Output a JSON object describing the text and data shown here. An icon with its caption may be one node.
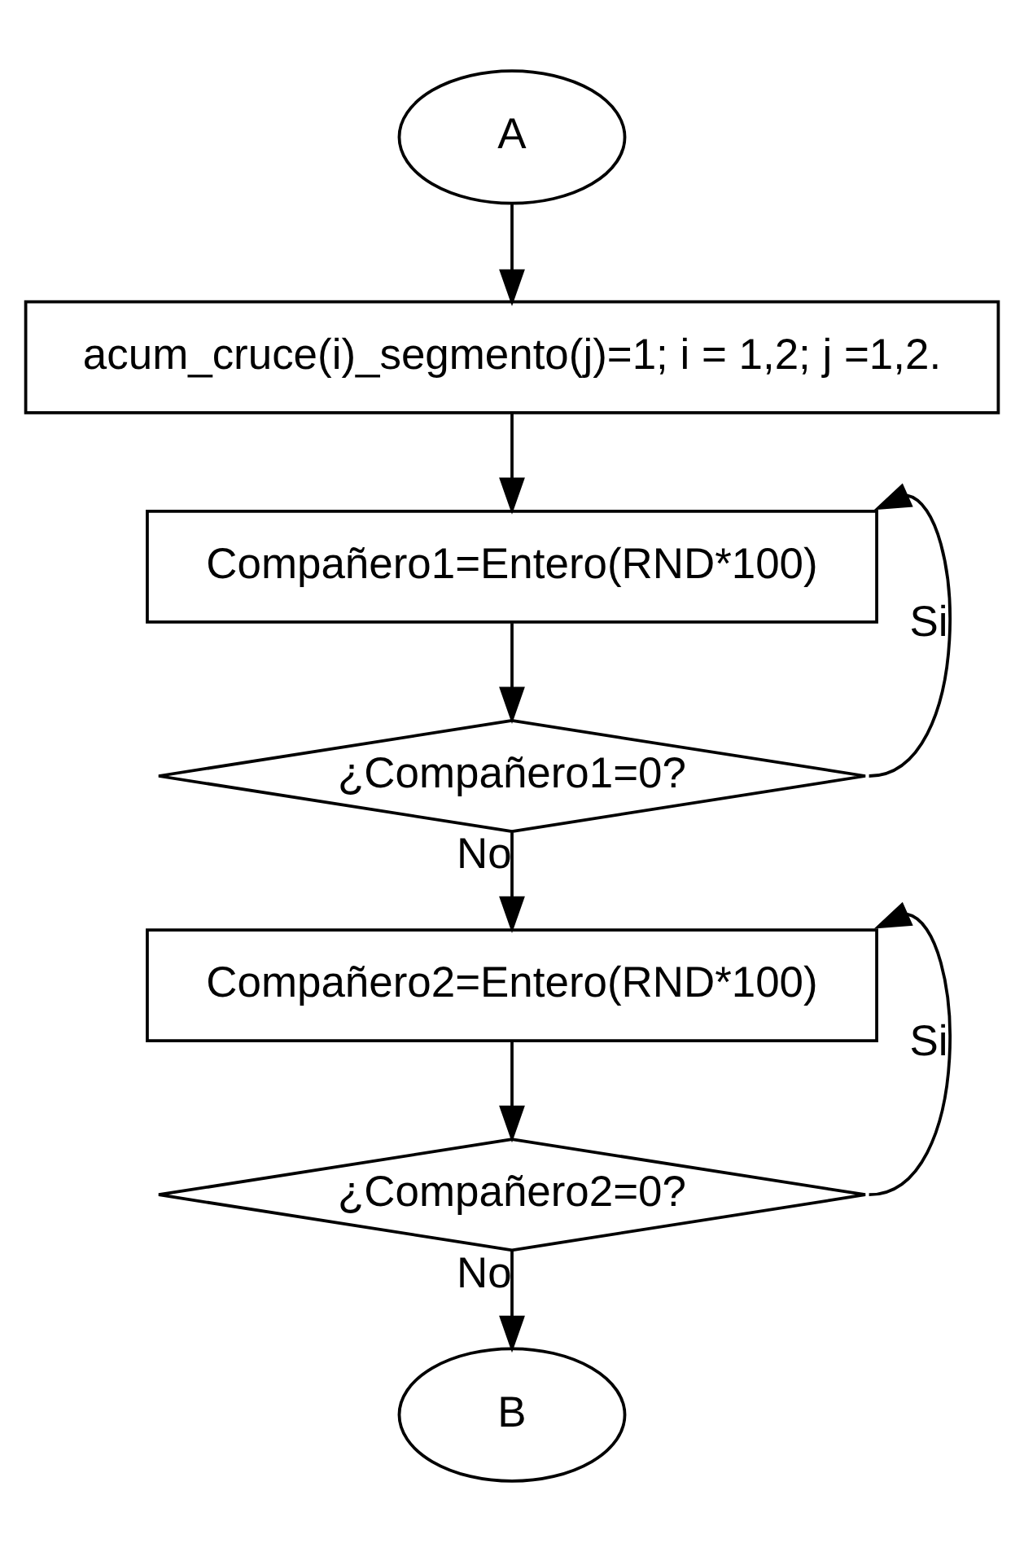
{
  "diagram": {
    "nodes": [
      {
        "text": [
          "A"
        ]
      },
      {
        "text": [
          "acum_cruce(i)_segmento(j)=1; i = 1,2; j =1,2."
        ]
      },
      {
        "text": [
          "Compañero1=Entero(RND*100)"
        ]
      },
      {
        "text": [
          "¿Compañero1=0?"
        ]
      },
      {
        "text": [
          "Compañero2=Entero(RND*100)"
        ]
      },
      {
        "text": [
          "¿Compañero2=0?"
        ]
      },
      {
        "text": [
          "B"
        ]
      }
    ],
    "edges": [
      {
        "from": 0,
        "to": 1,
        "arrow": "to"
      },
      {
        "from": 1,
        "to": 2,
        "arrow": "to"
      },
      {
        "from": 2,
        "to": 3,
        "arrow": "to"
      },
      {
        "from": 3,
        "to": 2,
        "arrow": "to",
        "label": "Si"
      },
      {
        "from": 3,
        "to": 4,
        "arrow": "to",
        "label": "No"
      },
      {
        "from": 4,
        "to": 5,
        "arrow": "to"
      },
      {
        "from": 5,
        "to": 4,
        "arrow": "to",
        "label": "Si"
      },
      {
        "from": 5,
        "to": 6,
        "arrow": "to",
        "label": "No"
      }
    ]
  }
}
